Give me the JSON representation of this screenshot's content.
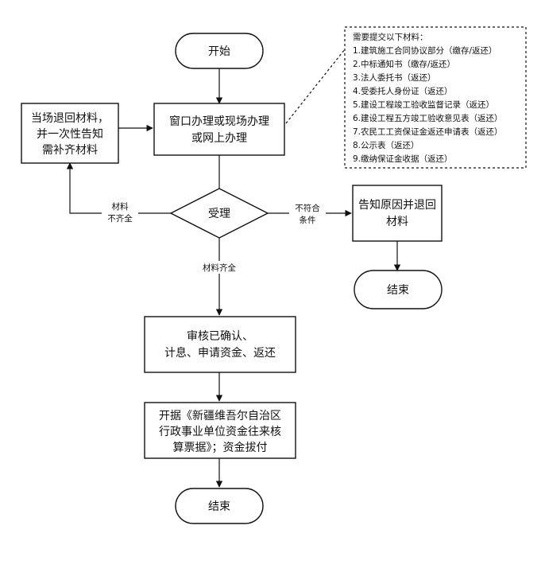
{
  "nodes": {
    "start": "开始",
    "process1": [
      "窗口办理或现场办理",
      "或网上办理"
    ],
    "return_materials": [
      "当场退回材料，",
      "并一次性告知",
      "需补齐材料"
    ],
    "decision": "受理",
    "reject": [
      "告知原因并退回",
      "材料"
    ],
    "end_reject": "结束",
    "review": [
      "审核已确认、",
      "计息、申请资金、返还"
    ],
    "issue": [
      "开据《新疆维吾尔自治区",
      "行政事业单位资金往来核",
      "算票据》；资金拔付"
    ],
    "end": "结束"
  },
  "edge_labels": {
    "incomplete": [
      "材料",
      "不齐全"
    ],
    "not_eligible": [
      "不符合",
      "条件"
    ],
    "complete": "材料齐全"
  },
  "note": {
    "title": "需要提交以下材料：",
    "items": [
      "1.建筑施工合同协议部分（缴存/返还）",
      "2.中标通知书（缴存/返还）",
      "3.法人委托书（返还）",
      "4.受委托人身份证（返还）",
      "5.建设工程竣工验收监督记录（返还）",
      "6.建设工程五方竣工验收意见表（返还）",
      "7.农民工工资保证金返还申请表（返还）",
      "8.公示表（返还）",
      "9.缴纳保证金收据（返还）"
    ]
  }
}
